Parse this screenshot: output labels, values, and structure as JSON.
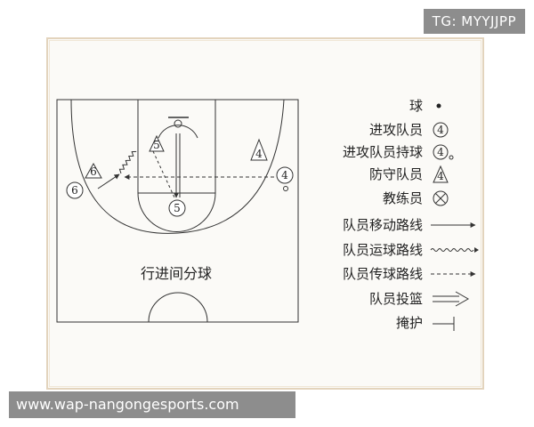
{
  "watermarks": {
    "top": "TG: MYYJJPP",
    "bottom": "www.wap-nangongesports.com"
  },
  "court": {
    "title": "行进间分球",
    "players": {
      "p5_top": "5",
      "p5_bottom": "5",
      "p6_triangle": "6",
      "p6_circle": "6",
      "p4_triangle": "4",
      "p4_circle": "4"
    }
  },
  "legend": [
    {
      "label": "球",
      "symbol": "ball-dot"
    },
    {
      "label": "进攻队员",
      "symbol": "circled-4",
      "symbol_text": "4"
    },
    {
      "label": "进攻队员持球",
      "symbol": "circled-4-with-ball",
      "symbol_text": "4"
    },
    {
      "label": "防守队员",
      "symbol": "triangle-4",
      "symbol_text": "4"
    },
    {
      "label": "教练员",
      "symbol": "circled-x"
    },
    {
      "label": "队员移动路线",
      "symbol": "solid-arrow"
    },
    {
      "label": "队员运球路线",
      "symbol": "wavy-arrow"
    },
    {
      "label": "队员传球路线",
      "symbol": "dashed-arrow"
    },
    {
      "label": "队员投篮",
      "symbol": "double-arrow"
    },
    {
      "label": "掩护",
      "symbol": "screen-line"
    }
  ]
}
